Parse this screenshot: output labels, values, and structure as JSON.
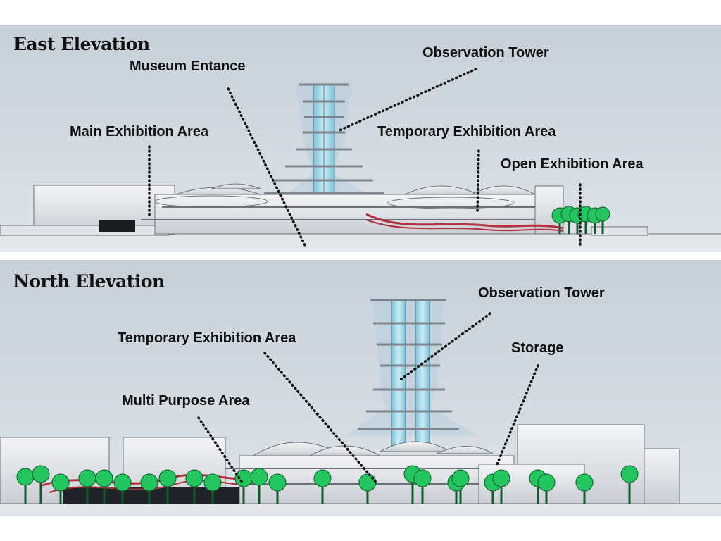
{
  "east_elevation": {
    "title": "East Elevation",
    "labels": {
      "museum_entrance": "Museum Entance",
      "observation_tower": "Observation Tower",
      "main_exhibition": "Main Exhibition Area",
      "temporary_exhibition": "Temporary Exhibition Area",
      "open_exhibition": "Open Exhibition Area"
    }
  },
  "north_elevation": {
    "title": "North Elevation",
    "labels": {
      "observation_tower": "Observation Tower",
      "temporary_exhibition": "Temporary Exhibition Area",
      "storage": "Storage",
      "multi_purpose": "Multi Purpose Area"
    }
  },
  "colors": {
    "sky": "#cbd4dc",
    "building": "#eef0f2",
    "outline": "#5a6068",
    "tower_glass": "#9fd6e6",
    "tree": "#22c55e",
    "red_path": "#b3303f"
  }
}
